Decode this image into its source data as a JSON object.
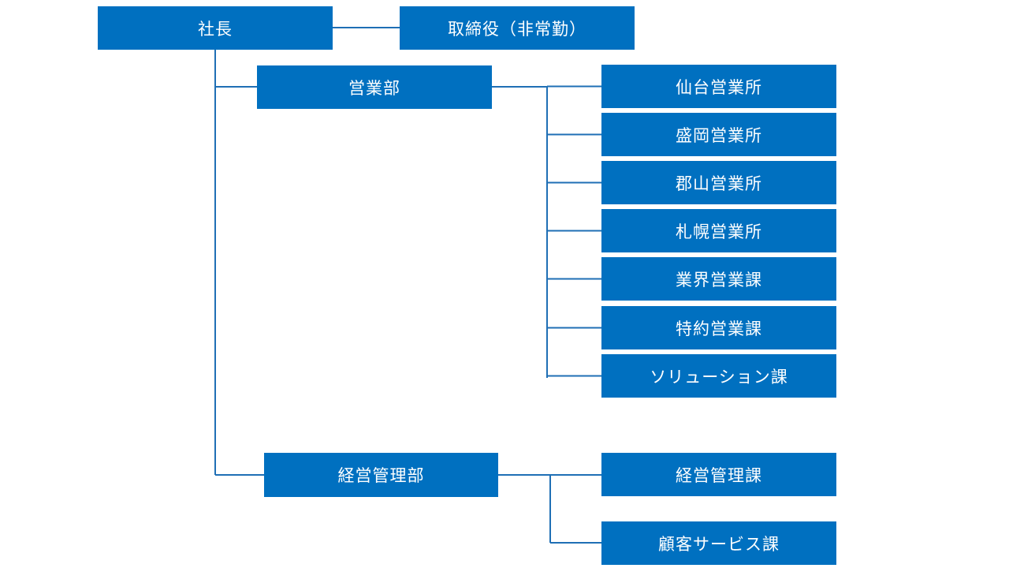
{
  "style": {
    "box_fill": "#0070C0",
    "line_color": "#1F6FB5",
    "text_color": "#FFFFFF"
  },
  "org": {
    "president": "社長",
    "director": "取締役（非常勤）",
    "sales_dept": {
      "label": "営業部",
      "units": [
        "仙台営業所",
        "盛岡営業所",
        "郡山営業所",
        "札幌営業所",
        "業界営業課",
        "特約営業課",
        "ソリューション課"
      ]
    },
    "management_dept": {
      "label": "経営管理部",
      "units": [
        "経営管理課",
        "顧客サービス課"
      ]
    }
  }
}
